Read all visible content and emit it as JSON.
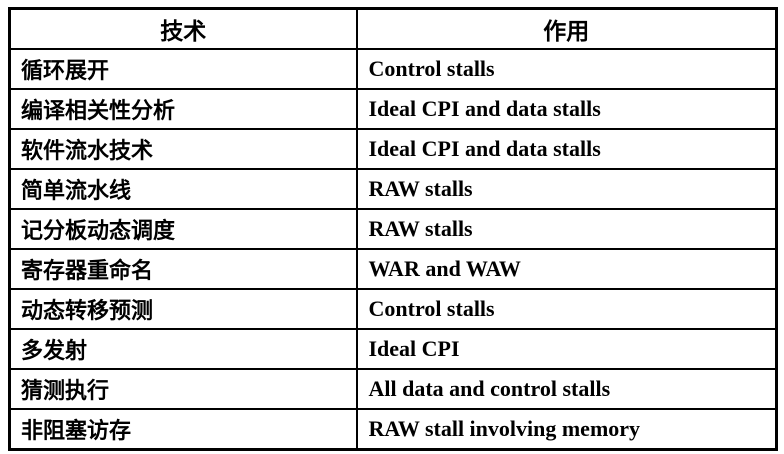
{
  "table": {
    "columns": [
      {
        "key": "tech",
        "label": "技术"
      },
      {
        "key": "effect",
        "label": "作用"
      }
    ],
    "rows": [
      {
        "tech": "循环展开",
        "effect": "Control stalls"
      },
      {
        "tech": "编译相关性分析",
        "effect": "Ideal CPI and data stalls"
      },
      {
        "tech": "软件流水技术",
        "effect": "Ideal CPI and data stalls"
      },
      {
        "tech": "简单流水线",
        "effect": "RAW stalls"
      },
      {
        "tech": "记分板动态调度",
        "effect": "RAW stalls"
      },
      {
        "tech": "寄存器重命名",
        "effect": "WAR and WAW"
      },
      {
        "tech": "动态转移预测",
        "effect": "Control stalls"
      },
      {
        "tech": "多发射",
        "effect": "Ideal CPI"
      },
      {
        "tech": "猜测执行",
        "effect": "All data and control stalls"
      },
      {
        "tech": "非阻塞访存",
        "effect": "RAW stall involving memory"
      }
    ]
  },
  "colors": {
    "border": "#000000",
    "text": "#000000",
    "background": "#ffffff"
  }
}
